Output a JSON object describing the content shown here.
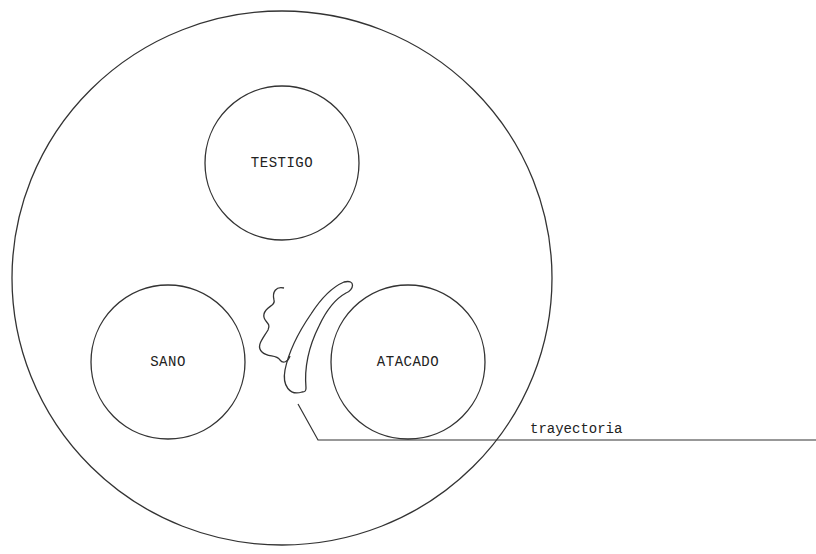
{
  "diagram": {
    "nodes": [
      {
        "text": [
          "TESTIGO"
        ]
      },
      {
        "text": [
          "SANO"
        ]
      },
      {
        "text": [
          "ATACADO"
        ]
      }
    ],
    "labels": [
      "trayectoria"
    ]
  }
}
